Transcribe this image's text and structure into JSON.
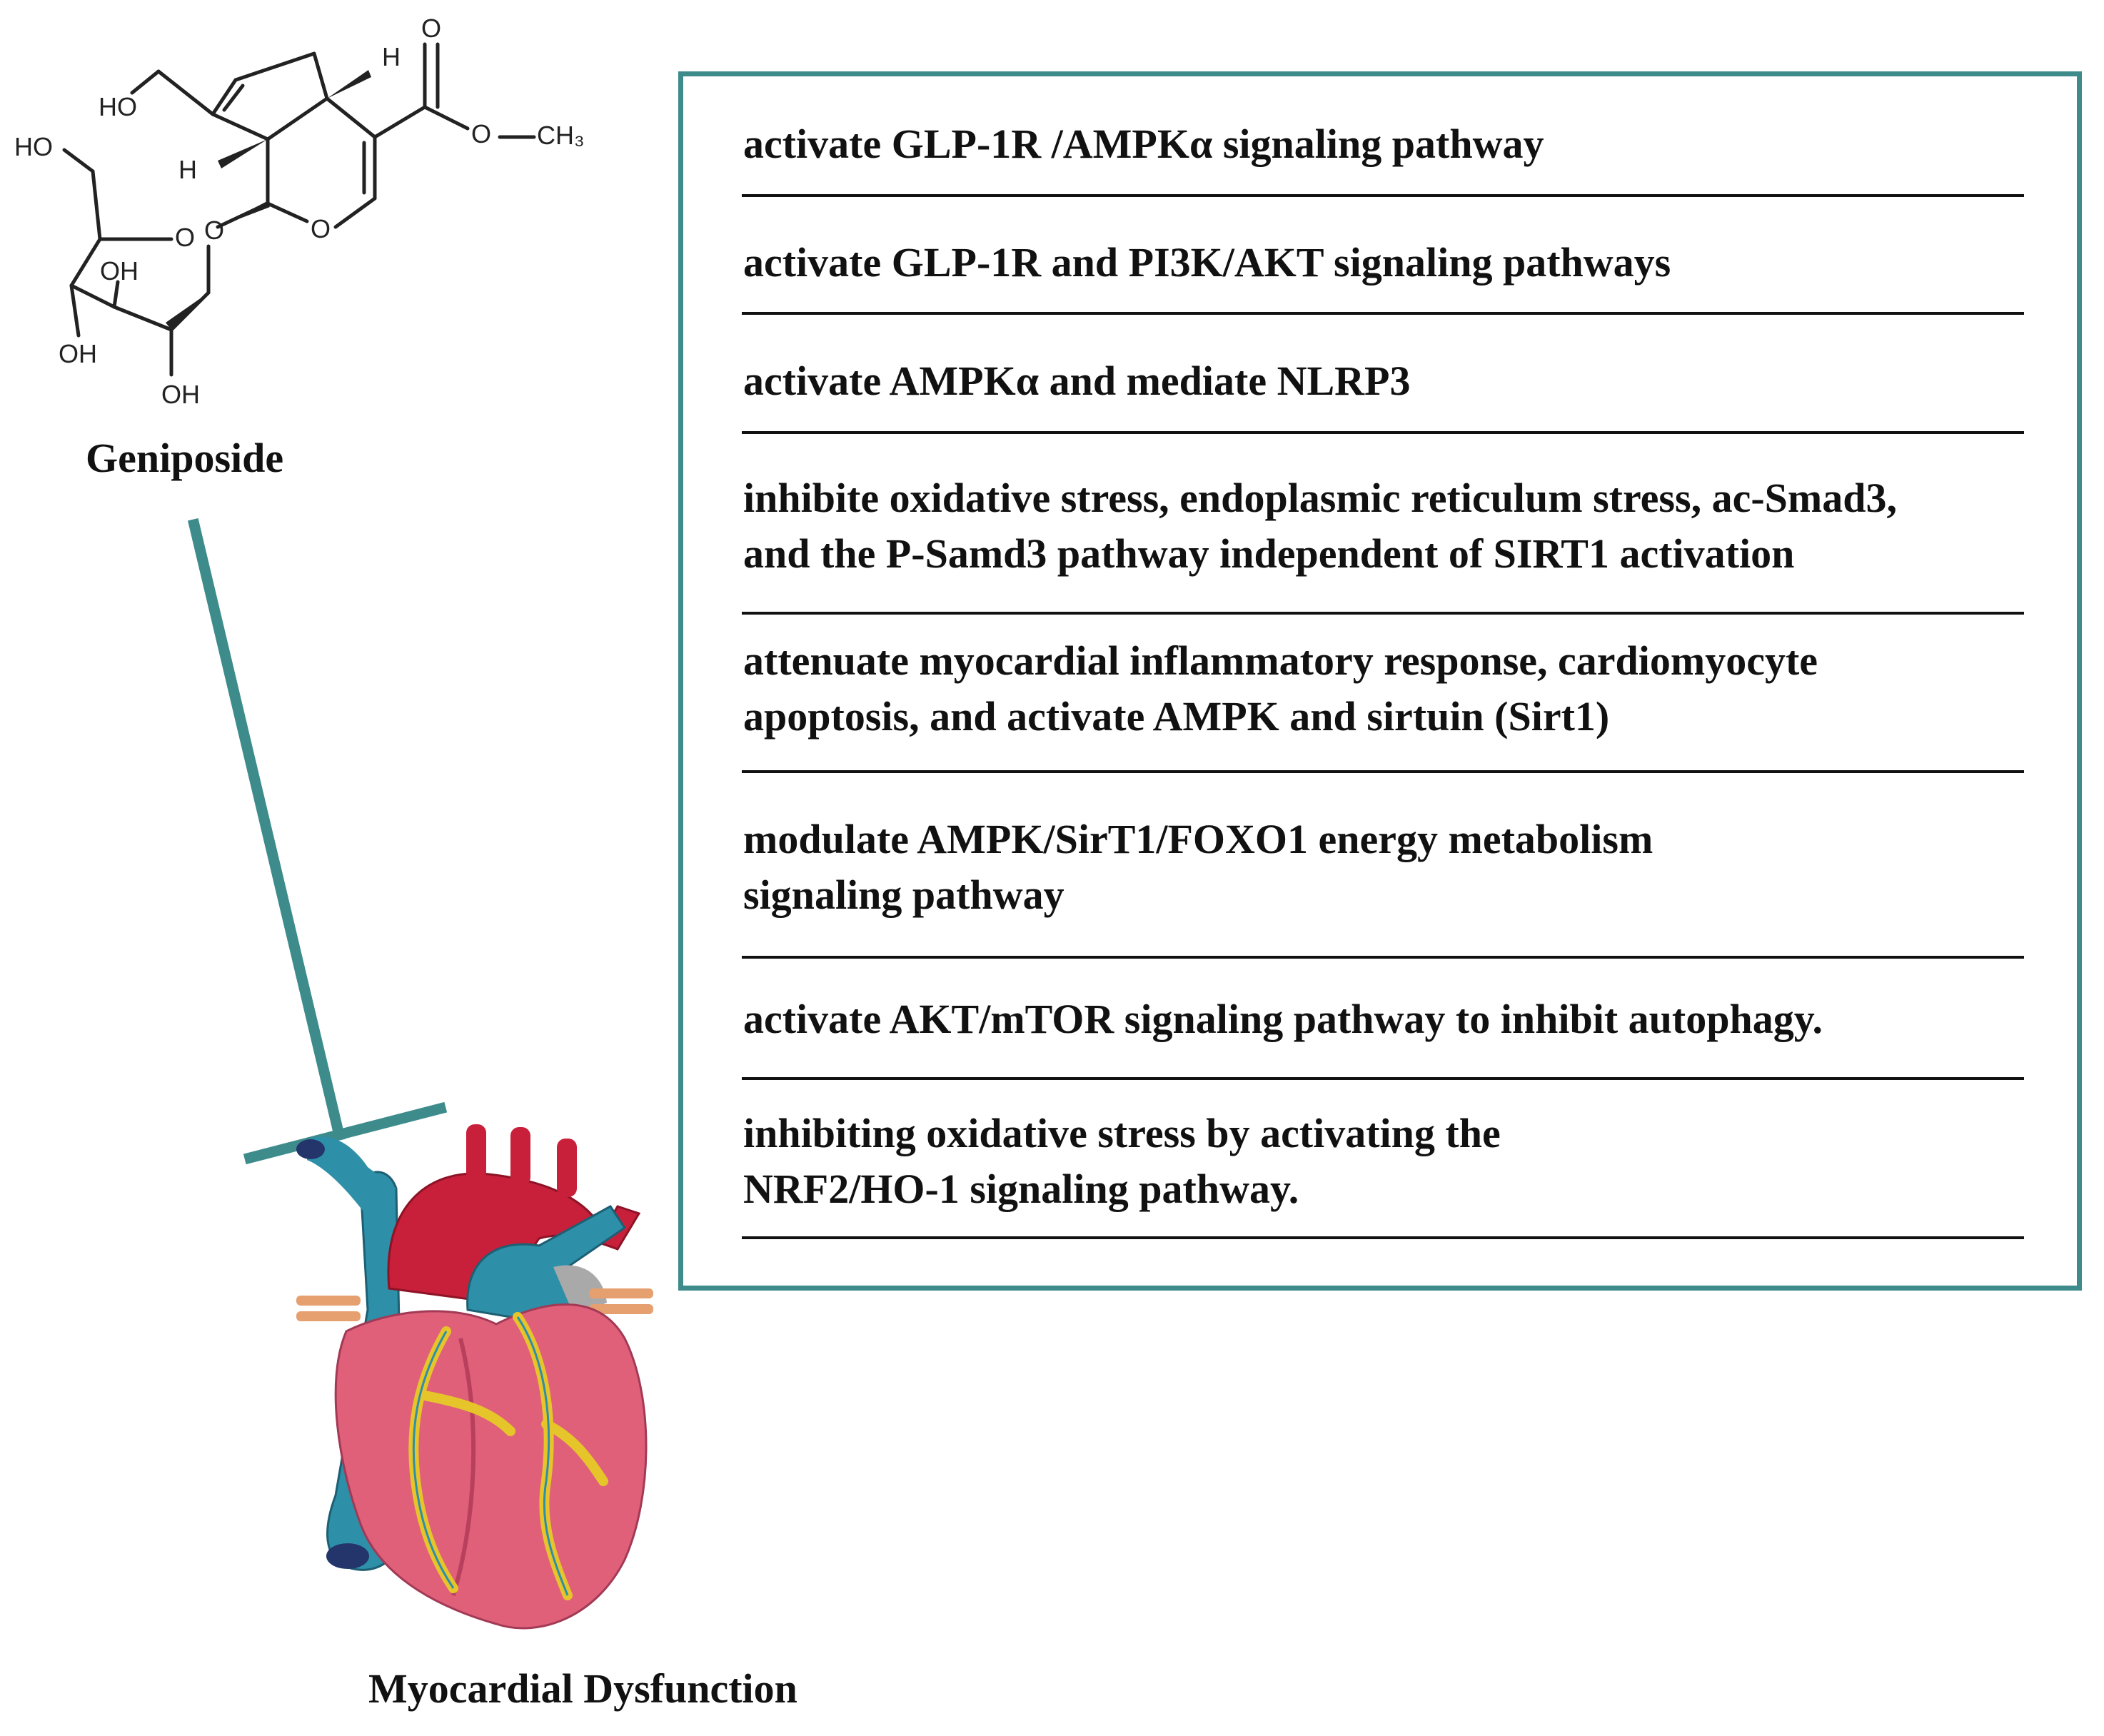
{
  "compound": {
    "name": "Geniposide",
    "atom_labels": [
      "HO",
      "HO",
      "O",
      "O",
      "O",
      "OH",
      "OH",
      "OH",
      "O",
      "H",
      "H",
      "O",
      "O",
      "CH₃"
    ]
  },
  "outcome": {
    "name": "Myocardial Dysfunction"
  },
  "mechanisms": [
    {
      "text": "activate  GLP-1R /AMPKα signaling pathway"
    },
    {
      "text": "activate GLP-1R and PI3K/AKT signaling pathways"
    },
    {
      "text": "activate AMPKα and mediate NLRP3"
    },
    {
      "text": "inhibite oxidative stress, endoplasmic reticulum stress, ac-Smad3,\nand the P-Samd3 pathway independent of SIRT1 activation"
    },
    {
      "text": "attenuate myocardial inflammatory response, cardiomyocyte\napoptosis, and activate AMPK and sirtuin (Sirt1)"
    },
    {
      "text": "modulate AMPK/SirT1/FOXO1 energy metabolism\nsignaling pathway"
    },
    {
      "text": "activate AKT/mTOR signaling pathway to inhibit autophagy."
    },
    {
      "text": "inhibiting oxidative stress by activating the\nNRF2/HO-1 signaling pathway."
    }
  ],
  "colors": {
    "accent_teal": "#3e8b8c",
    "heart_pink": "#e0607a",
    "aorta_red": "#c8203a",
    "vein_blue": "#2e8fa8",
    "vessel_yellow": "#e6c52a"
  }
}
